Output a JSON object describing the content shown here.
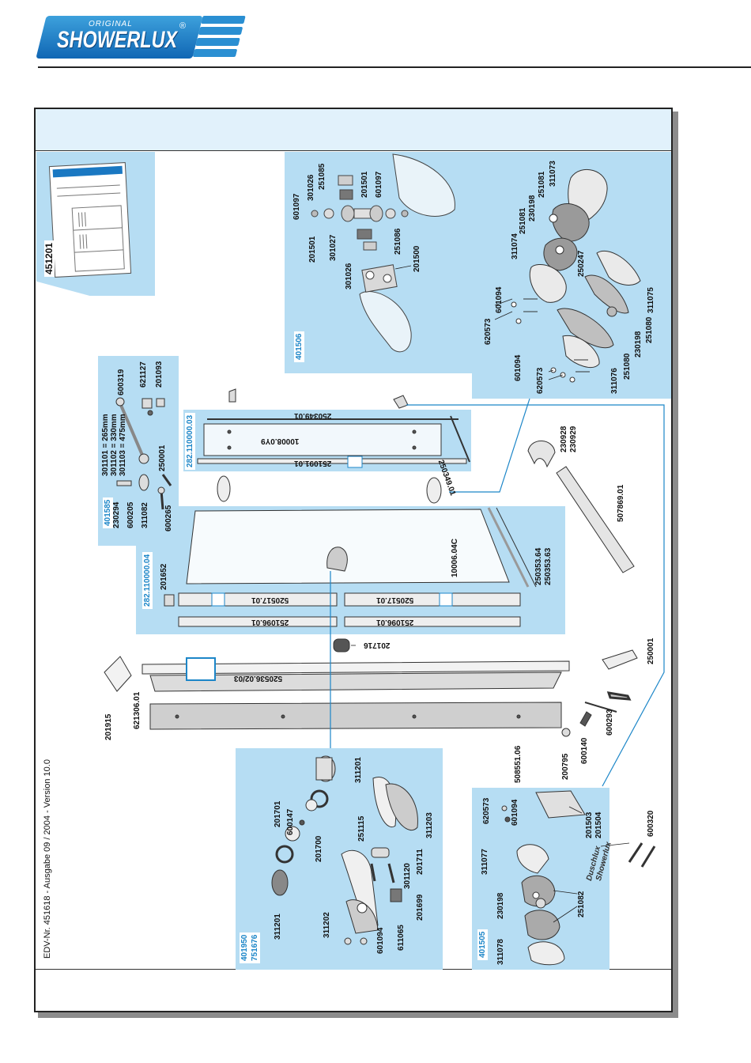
{
  "brand": {
    "top_line": "ORIGINAL",
    "name": "SHOWERLUX",
    "registered_mark": "®",
    "colors": {
      "blue": "#1a78c2",
      "light_blue": "#3da1dc",
      "panel": "#b6ddf3"
    }
  },
  "footer_text": "EDV-Nr. 451618 - Ausgabe 09 / 2004 - Version 10.0",
  "kit_codes": [
    "451201",
    "401506",
    "401585",
    "282.110000.03",
    "282.110000.04",
    "401950",
    "751676",
    "401505"
  ],
  "hinge_parts": [
    "601097",
    "301026",
    "251085",
    "201501",
    "601097",
    "201501",
    "301027",
    "301026",
    "251086",
    "201500"
  ],
  "pivot_parts": [
    "311073",
    "251081",
    "230198",
    "251081",
    "311074",
    "250247",
    "601094",
    "620573",
    "311075",
    "230198",
    "251080",
    "601094",
    "620573",
    "311076",
    "251080",
    "230198"
  ],
  "screw_parts": [
    "600319",
    "621127",
    "201093",
    "301101 = 265mm",
    "301102 = 330mm",
    "301103 = 475mm",
    "250001",
    "230294",
    "600205",
    "311082",
    "600265"
  ],
  "glass_parts": [
    "250349.01",
    "10008.0Y9",
    "251091.01",
    "250349.01",
    "10006.04C",
    "250353.64",
    "250353.63",
    "201652",
    "520517.01",
    "520517.01",
    "251096.01",
    "251096.01"
  ],
  "handle_parts": [
    "230928",
    "230929",
    "507869.01"
  ],
  "rail_parts": [
    "201716",
    "520536.02/03",
    "621306.01",
    "201915",
    "508551.06",
    "250001",
    "600293",
    "600140",
    "200795"
  ],
  "knob_parts": [
    "311201",
    "201701",
    "600147",
    "201700",
    "251115",
    "311203",
    "201711",
    "301120",
    "201699",
    "611065",
    "601094",
    "311202",
    "311201"
  ],
  "bracket_parts": [
    "620573",
    "601094",
    "201503",
    "201504",
    "600320",
    "311077",
    "230198",
    "251082",
    "311078"
  ],
  "stamp_text": [
    "Duschlux",
    "Showerlux"
  ]
}
